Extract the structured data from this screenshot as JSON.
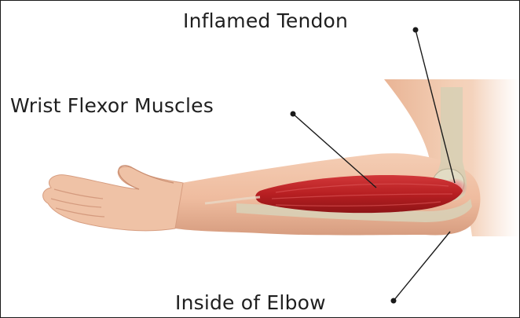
{
  "labels": {
    "inflamed_tendon": "Inflamed Tendon",
    "wrist_flexor_muscles": "Wrist Flexor Muscles",
    "inside_of_elbow": "Inside of Elbow"
  },
  "colors": {
    "skin": "#f1c4a8",
    "skin_shadow": "#d9a184",
    "muscle": "#c0282a",
    "muscle_dark": "#8e1416",
    "bone": "#d8d2b8",
    "inflammation": "#e94a5e",
    "leader_line": "#1a1a1a",
    "frame_border": "#1a1a1a"
  }
}
